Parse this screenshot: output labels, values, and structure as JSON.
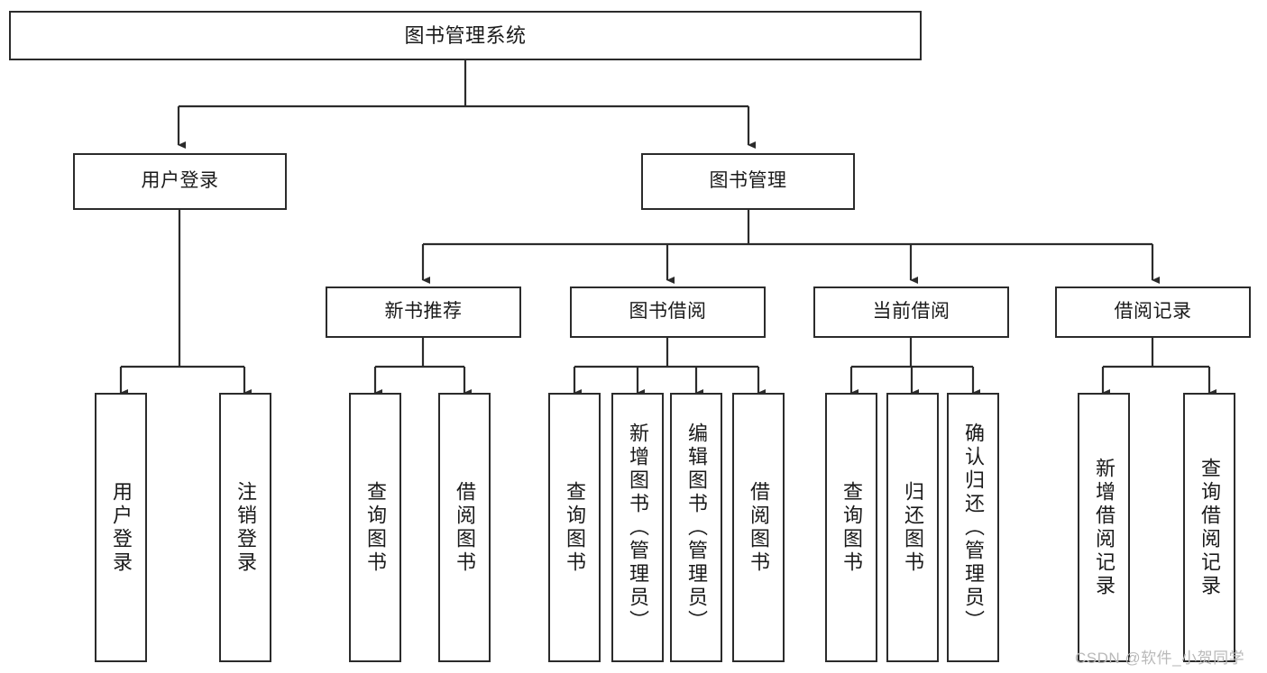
{
  "diagram": {
    "title": "图书管理系统",
    "type": "tree",
    "orientation": "top-down",
    "colors": {
      "box_border": "#2b2b2b",
      "box_fill": "#ffffff",
      "edge": "#2b2b2b",
      "text": "#1a1a1a",
      "watermark": "#b9b9b9",
      "background": "#ffffff"
    },
    "root": {
      "label": "图书管理系统"
    },
    "level2": [
      {
        "label": "用户登录"
      },
      {
        "label": "图书管理"
      }
    ],
    "level3": [
      {
        "label": "新书推荐"
      },
      {
        "label": "图书借阅"
      },
      {
        "label": "当前借阅"
      },
      {
        "label": "借阅记录"
      }
    ],
    "leaves": {
      "user_login": [
        {
          "label": "用户登录"
        },
        {
          "label": "注销登录"
        }
      ],
      "new_book_recommend": [
        {
          "label": "查询图书"
        },
        {
          "label": "借阅图书"
        }
      ],
      "book_borrow": [
        {
          "label": "查询图书"
        },
        {
          "label": "新增图书（管理员）"
        },
        {
          "label": "编辑图书（管理员）"
        },
        {
          "label": "借阅图书"
        }
      ],
      "current_borrow": [
        {
          "label": "查询图书"
        },
        {
          "label": "归还图书"
        },
        {
          "label": "确认归还（管理员）"
        }
      ],
      "borrow_record": [
        {
          "label": "新增借阅记录"
        },
        {
          "label": "查询借阅记录"
        }
      ]
    }
  },
  "watermark": {
    "text": "CSDN @软件_小贺同学"
  }
}
